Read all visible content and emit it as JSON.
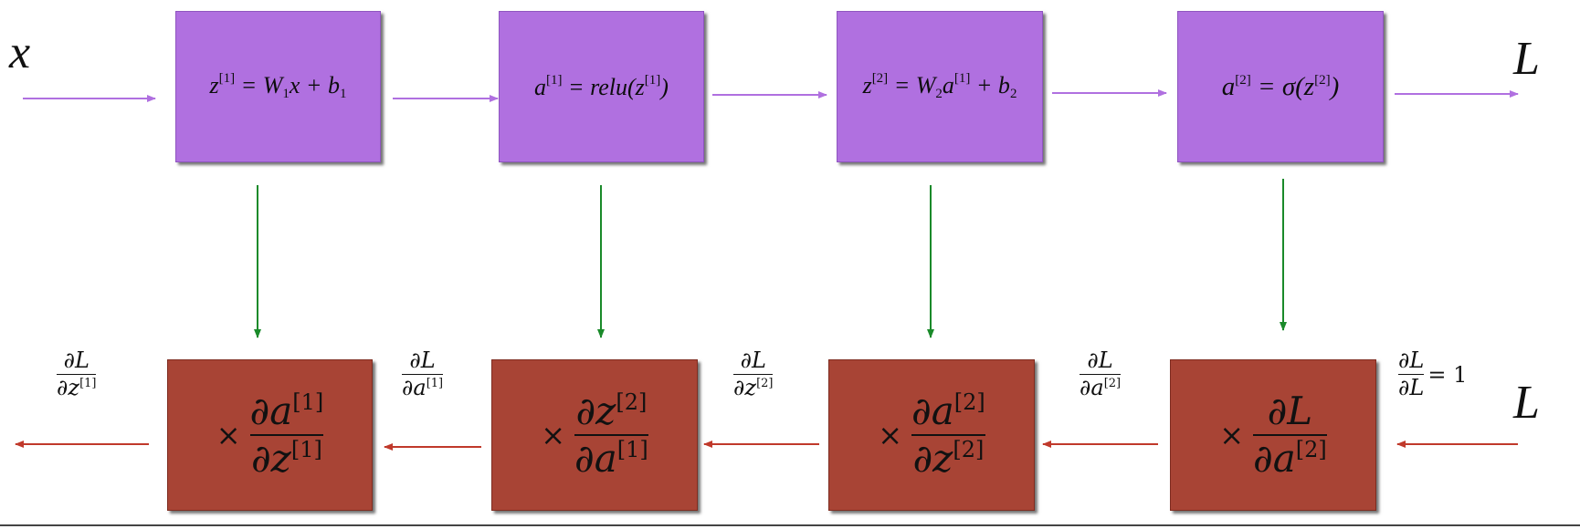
{
  "input": {
    "symbol": "x"
  },
  "output": {
    "symbol": "L"
  },
  "backward_start": {
    "symbol": "L",
    "grad_num": "∂L",
    "grad_den": "∂L",
    "grad_value": "= 1"
  },
  "forward_boxes": [
    {
      "parts": [
        "z",
        "[1]",
        " = W",
        "1",
        "x + b",
        "1"
      ]
    },
    {
      "parts": [
        "a",
        "[1]",
        " = relu(z",
        "[1]",
        ")"
      ]
    },
    {
      "parts": [
        "z",
        "[2]",
        " = W",
        "2",
        "a",
        "[1]",
        " + b",
        "2"
      ]
    },
    {
      "parts": [
        "a",
        "[2]",
        " = σ(z",
        "[2]",
        ")"
      ]
    }
  ],
  "backward_boxes": [
    {
      "times": "×",
      "num": "∂a",
      "num_sup": "[1]",
      "den": "∂z",
      "den_sup": "[1]"
    },
    {
      "times": "×",
      "num": "∂z",
      "num_sup": "[2]",
      "den": "∂a",
      "den_sup": "[1]"
    },
    {
      "times": "×",
      "num": "∂a",
      "num_sup": "[2]",
      "den": "∂z",
      "den_sup": "[2]"
    },
    {
      "times": "×",
      "num": "∂L",
      "num_sup": "",
      "den": "∂a",
      "den_sup": "[2]"
    }
  ],
  "gradient_labels": [
    {
      "num": "∂L",
      "den": "∂z",
      "den_sup": "[1]"
    },
    {
      "num": "∂L",
      "den": "∂a",
      "den_sup": "[1]"
    },
    {
      "num": "∂L",
      "den": "∂z",
      "den_sup": "[2]"
    },
    {
      "num": "∂L",
      "den": "∂a",
      "den_sup": "[2]"
    }
  ],
  "colors": {
    "forward_box": "#b070e0",
    "backward_box": "#a84435",
    "forward_arrow": "#b070e0",
    "backward_arrow": "#c0392b",
    "down_arrow": "#1a8a2a"
  }
}
